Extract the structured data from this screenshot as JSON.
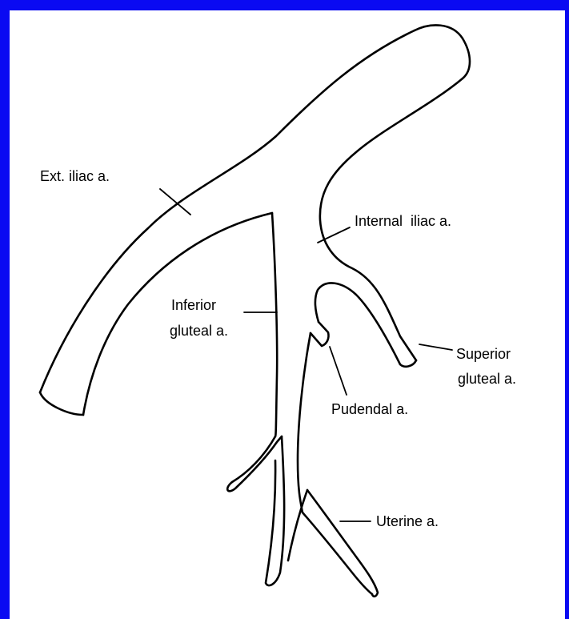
{
  "colors": {
    "border": "#0a0af2",
    "background": "#ffffff",
    "ink": "#000000"
  },
  "labels": {
    "ext_iliac": "Ext. iliac a.",
    "internal_iliac": "Internal  iliac a.",
    "inferior_gluteal_1": "Inferior",
    "inferior_gluteal_2": "gluteal a.",
    "superior_gluteal_1": "Superior",
    "superior_gluteal_2": "gluteal a.",
    "pudendal": "Pudendal a.",
    "uterine": "Uterine a."
  }
}
